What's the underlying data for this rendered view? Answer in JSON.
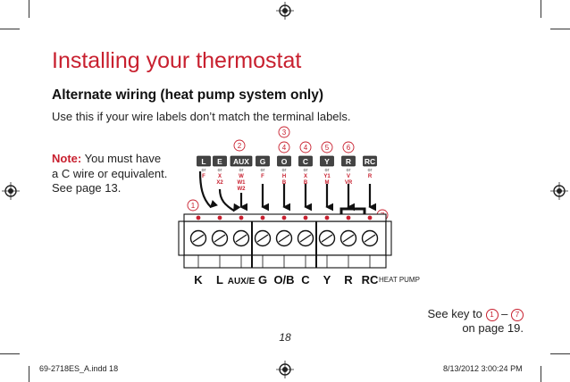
{
  "header": {
    "title": "Installing your thermostat",
    "subtitle": "Alternate wiring (heat pump system only)",
    "intro": "Use this if your wire labels don’t match the terminal labels."
  },
  "note": {
    "label": "Note:",
    "line1": "You must have",
    "line2": "a C wire or equivalent.",
    "line3": "See page 13."
  },
  "wiring": {
    "tags": [
      {
        "label": "L",
        "sub": [
          "or",
          "F"
        ]
      },
      {
        "label": "E",
        "sub": [
          "or",
          "X",
          "X2"
        ]
      },
      {
        "label": "AUX",
        "sub": [
          "or",
          "W",
          "W1",
          "W2"
        ]
      },
      {
        "label": "G",
        "sub": [
          "or",
          "F"
        ]
      },
      {
        "label": "O",
        "sub": [
          "or",
          "H",
          "B"
        ]
      },
      {
        "label": "C",
        "sub": [
          "or",
          "X",
          "B"
        ]
      },
      {
        "label": "Y",
        "sub": [
          "or",
          "Y1",
          "M"
        ]
      },
      {
        "label": "R",
        "sub": [
          "or",
          "V",
          "VR"
        ]
      },
      {
        "label": "RC",
        "sub": [
          "or",
          "R"
        ]
      }
    ],
    "callouts": [
      "1",
      "2",
      "3",
      "4",
      "4",
      "5",
      "6",
      "7"
    ],
    "terminals": [
      "K",
      "L",
      "AUX/E",
      "G",
      "O/B",
      "C",
      "Y",
      "R",
      "RC"
    ],
    "heat_pump_label": "HEAT PUMP",
    "accent_color": "#c8202f"
  },
  "see_key": {
    "prefix": "See key to",
    "start": "1",
    "dash": "–",
    "end": "7",
    "line2": "on page 19."
  },
  "page_number": "18",
  "footer": {
    "file": "69-2718ES_A.indd   18",
    "timestamp": "8/13/2012   3:00:24 PM"
  }
}
